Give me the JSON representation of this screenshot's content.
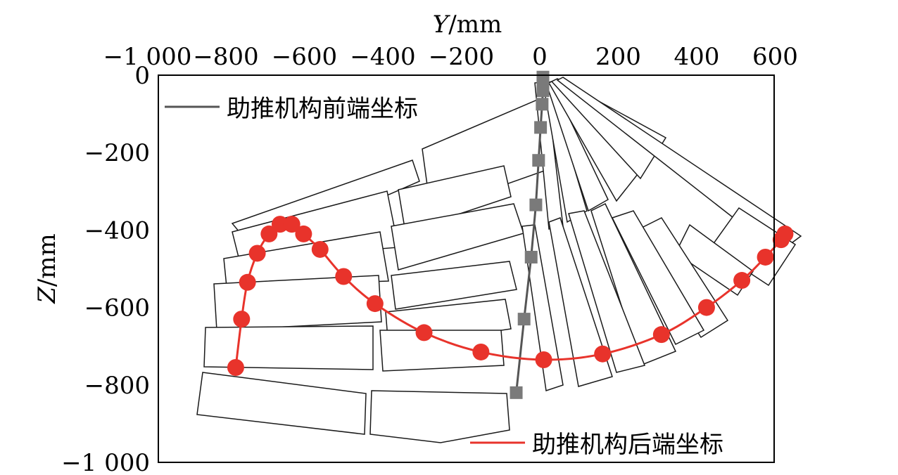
{
  "chart_data": {
    "type": "line",
    "xlabel_italic": "Y",
    "xlabel_unit": "/mm",
    "ylabel_italic": "Z",
    "ylabel_unit": "/mm",
    "xlim": [
      -1000,
      680
    ],
    "ylim": [
      -1000,
      0
    ],
    "x_ticks": [
      -1000,
      -800,
      -600,
      -400,
      -200,
      0,
      200,
      400,
      600
    ],
    "x_tick_labels": [
      "−1 000",
      "−800",
      "−600",
      "−400",
      "−200",
      "0",
      "200",
      "400",
      "600"
    ],
    "y_ticks": [
      0,
      -200,
      -400,
      -600,
      -800,
      -1000
    ],
    "y_tick_labels": [
      "0",
      "−200",
      "−400",
      "−600",
      "−800",
      "−1 000"
    ],
    "grid": false,
    "series": [
      {
        "name": "助推机构前端坐标",
        "color": "#555555",
        "marker": "square",
        "legend_position": "top-left",
        "points": [
          {
            "y": 8,
            "z": -5
          },
          {
            "y": 8,
            "z": -20
          },
          {
            "y": 8,
            "z": -40
          },
          {
            "y": 6,
            "z": -75
          },
          {
            "y": 2,
            "z": -135
          },
          {
            "y": -3,
            "z": -220
          },
          {
            "y": -10,
            "z": -335
          },
          {
            "y": -22,
            "z": -470
          },
          {
            "y": -40,
            "z": -630
          },
          {
            "y": -60,
            "z": -820
          }
        ]
      },
      {
        "name": "助推机构后端坐标",
        "color": "#e8332b",
        "marker": "circle",
        "legend_position": "bottom-right",
        "points": [
          {
            "y": -775,
            "z": -755
          },
          {
            "y": -760,
            "z": -630
          },
          {
            "y": -745,
            "z": -535
          },
          {
            "y": -720,
            "z": -460
          },
          {
            "y": -690,
            "z": -410
          },
          {
            "y": -662,
            "z": -385
          },
          {
            "y": -632,
            "z": -385
          },
          {
            "y": -602,
            "z": -410
          },
          {
            "y": -560,
            "z": -450
          },
          {
            "y": -500,
            "z": -520
          },
          {
            "y": -420,
            "z": -590
          },
          {
            "y": -295,
            "z": -665
          },
          {
            "y": -150,
            "z": -715
          },
          {
            "y": 10,
            "z": -735
          },
          {
            "y": 160,
            "z": -720
          },
          {
            "y": 310,
            "z": -670
          },
          {
            "y": 425,
            "z": -600
          },
          {
            "y": 515,
            "z": -530
          },
          {
            "y": 575,
            "z": -470
          },
          {
            "y": 615,
            "z": -425
          },
          {
            "y": 625,
            "z": -410
          }
        ]
      }
    ]
  }
}
